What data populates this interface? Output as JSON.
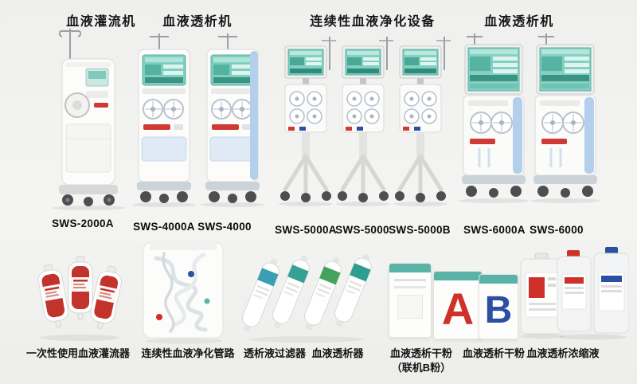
{
  "background": "#f2f2f0",
  "colors": {
    "screen_teal": "#84d1c3",
    "accent_red": "#cf3128",
    "accent_blue": "#2b50a1",
    "panel_blue": "#b3cfec",
    "band_teal": "#59b3a6",
    "band_green": "#43a35c",
    "text_dark": "#141414"
  },
  "machine_groups": [
    {
      "category": "血液灌流机",
      "models": [
        "SWS-2000A"
      ]
    },
    {
      "category": "血液透析机",
      "models": [
        "SWS-4000A",
        "SWS-4000"
      ]
    },
    {
      "category": "连续性血液净化设备",
      "models": [
        "SWS-5000A",
        "SWS-5000",
        "SWS-5000B"
      ]
    },
    {
      "category": "血液透析机",
      "models": [
        "SWS-6000A",
        "SWS-6000"
      ]
    }
  ],
  "consumables": [
    {
      "label": "一次性使用血液灌流器"
    },
    {
      "label": "连续性血液净化管路"
    },
    {
      "label": "透析液过滤器"
    },
    {
      "label": "血液透析器"
    },
    {
      "label": "血液透析干粉",
      "label2": "（联机B粉）"
    },
    {
      "label": "血液透析干粉"
    },
    {
      "label": "血液透析浓缩液"
    }
  ],
  "packaging": {
    "letter_a": "A",
    "letter_b": "B"
  }
}
